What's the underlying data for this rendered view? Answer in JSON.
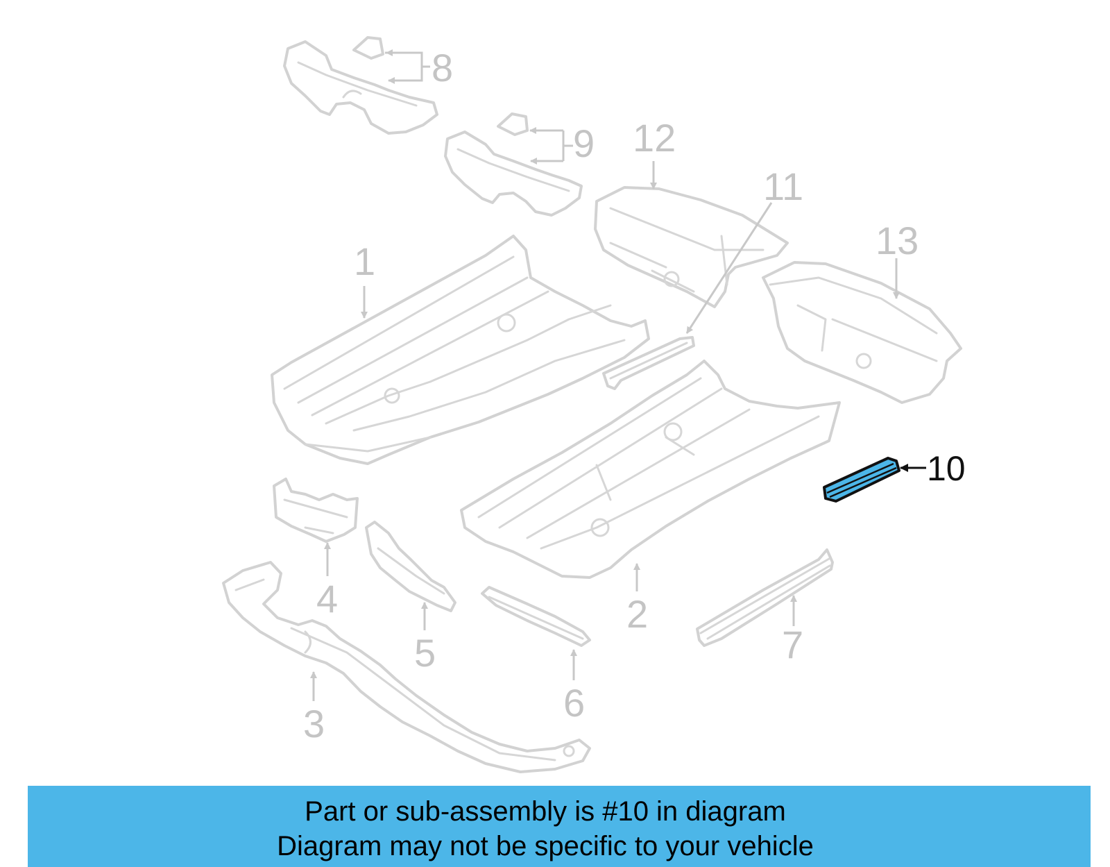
{
  "diagram": {
    "callouts": [
      "1",
      "2",
      "3",
      "4",
      "5",
      "6",
      "7",
      "8",
      "9",
      "10",
      "11",
      "12",
      "13"
    ],
    "highlighted_callout": "10",
    "highlight_color": "#4cb6e8",
    "part_line_color": "#d2d2d2",
    "callout_color": "#c4c4c4"
  },
  "banner": {
    "line1": "Part or sub-assembly is #10 in diagram",
    "line2": "Diagram may not be specific to your vehicle",
    "background_color": "#4cb6e8"
  }
}
